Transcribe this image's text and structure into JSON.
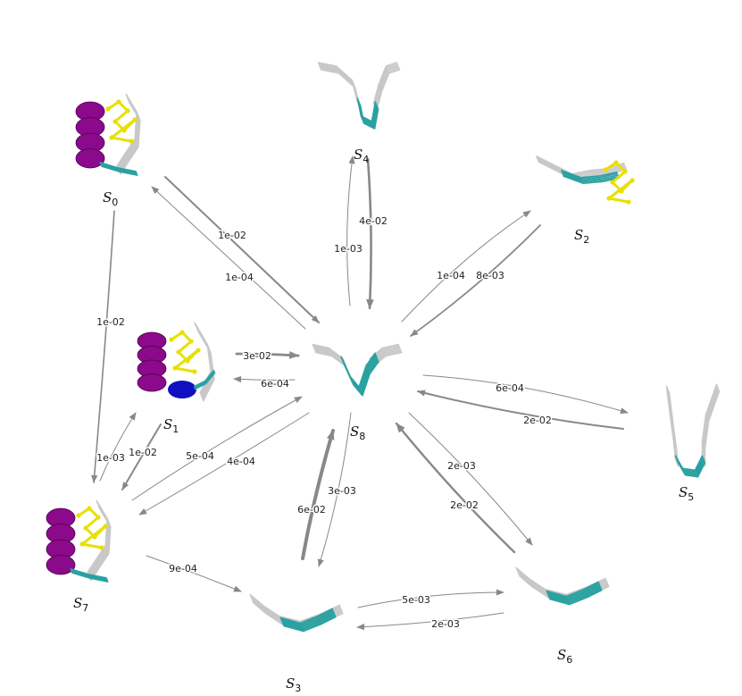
{
  "colors": {
    "arrow": "#888888",
    "helix": "#8b0a8b",
    "strand_teal": "#2aa1a1",
    "coil_gray": "#c8c8c8",
    "sidechain_yellow": "#e8e000",
    "helix_blue": "#1010c0"
  },
  "states": [
    {
      "id": "S0",
      "script": "S",
      "sub": "0",
      "kind": "helix_sidechains"
    },
    {
      "id": "S1",
      "script": "S",
      "sub": "1",
      "kind": "helix_blue_sidechains"
    },
    {
      "id": "S2",
      "script": "S",
      "sub": "2",
      "kind": "flat_strand"
    },
    {
      "id": "S3",
      "script": "S",
      "sub": "3",
      "kind": "bent_strand"
    },
    {
      "id": "S4",
      "script": "S",
      "sub": "4",
      "kind": "hairpin_up"
    },
    {
      "id": "S5",
      "script": "S",
      "sub": "5",
      "kind": "u_hairpin"
    },
    {
      "id": "S6",
      "script": "S",
      "sub": "6",
      "kind": "bent_strand"
    },
    {
      "id": "S7",
      "script": "S",
      "sub": "7",
      "kind": "helix_sidechains"
    },
    {
      "id": "S8",
      "script": "S",
      "sub": "8",
      "kind": "v_hairpin"
    }
  ],
  "transitions": [
    {
      "from": "S0",
      "to": "S8",
      "label": "1e-02"
    },
    {
      "from": "S8",
      "to": "S0",
      "label": "1e-04"
    },
    {
      "from": "S0",
      "to": "S7",
      "label": "1e-02"
    },
    {
      "from": "S8",
      "to": "S4",
      "label": "1e-03"
    },
    {
      "from": "S4",
      "to": "S8",
      "label": "4e-02"
    },
    {
      "from": "S8",
      "to": "S2",
      "label": "1e-04"
    },
    {
      "from": "S2",
      "to": "S8",
      "label": "8e-03"
    },
    {
      "from": "S1",
      "to": "S8",
      "label": "3e-02"
    },
    {
      "from": "S8",
      "to": "S1",
      "label": "6e-04"
    },
    {
      "from": "S8",
      "to": "S5",
      "label": "6e-04"
    },
    {
      "from": "S5",
      "to": "S8",
      "label": "2e-02"
    },
    {
      "from": "S7",
      "to": "S1",
      "label": "1e-03"
    },
    {
      "from": "S1",
      "to": "S7",
      "label": "1e-02"
    },
    {
      "from": "S7",
      "to": "S8",
      "label": "5e-04"
    },
    {
      "from": "S8",
      "to": "S7",
      "label": "4e-04"
    },
    {
      "from": "S8",
      "to": "S6",
      "label": "2e-03"
    },
    {
      "from": "S6",
      "to": "S8",
      "label": "2e-02"
    },
    {
      "from": "S8",
      "to": "S3",
      "label": "3e-03"
    },
    {
      "from": "S3",
      "to": "S8",
      "label": "6e-02"
    },
    {
      "from": "S7",
      "to": "S3",
      "label": "9e-04"
    },
    {
      "from": "S3",
      "to": "S6",
      "label": "5e-03"
    },
    {
      "from": "S6",
      "to": "S3",
      "label": "2e-03"
    }
  ]
}
